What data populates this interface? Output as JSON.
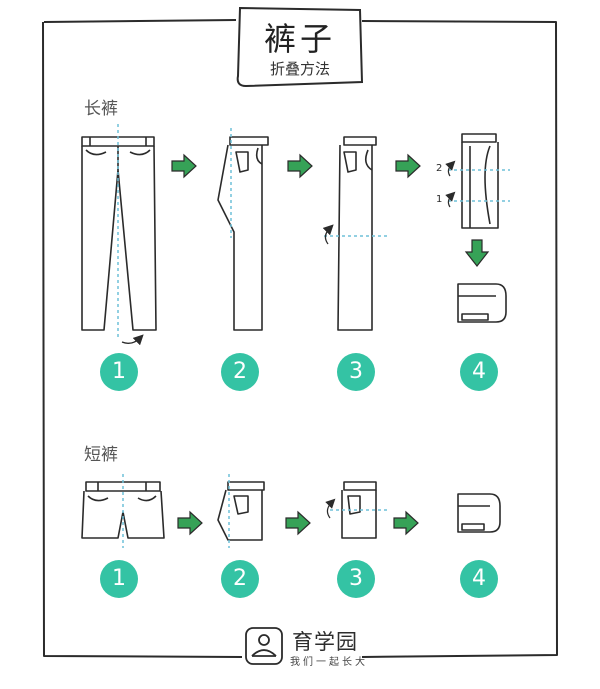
{
  "header": {
    "title": "裤子",
    "subtitle": "折叠方法"
  },
  "sections": [
    {
      "label": "长裤",
      "steps": [
        "1",
        "2",
        "3",
        "4"
      ]
    },
    {
      "label": "短裤",
      "steps": [
        "1",
        "2",
        "3",
        "4"
      ]
    }
  ],
  "fold_marks": [
    "2",
    "1"
  ],
  "brand": {
    "name": "育学园",
    "slogan": "我们一起长大",
    "logo_icon": "baby-face-icon"
  },
  "colors": {
    "accent": "#34c3a4",
    "arrow": "#36a257",
    "guide": "#6fc0d8",
    "ink": "#2b2b2b"
  }
}
